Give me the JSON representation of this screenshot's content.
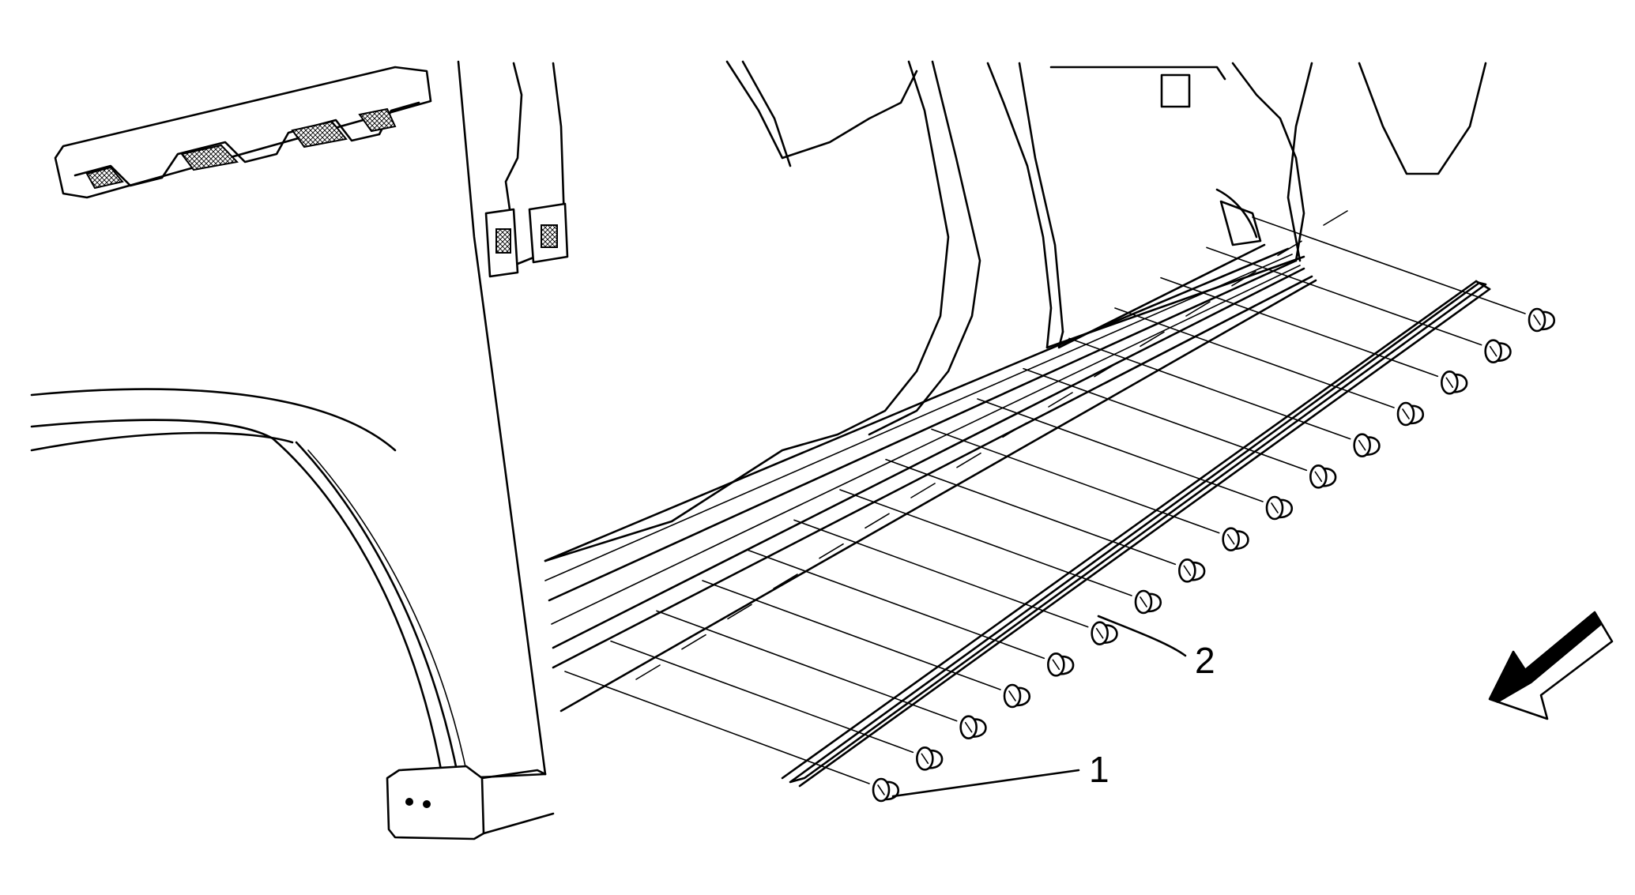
{
  "callouts": [
    {
      "id": "1",
      "label": "1"
    },
    {
      "id": "2",
      "label": "2"
    }
  ],
  "icons": {
    "view_direction": "forward-arrow-icon",
    "fastener": "push-pin-retainer-icon"
  },
  "colors": {
    "line": "#000000",
    "background": "#ffffff"
  },
  "retainer_count": 16
}
